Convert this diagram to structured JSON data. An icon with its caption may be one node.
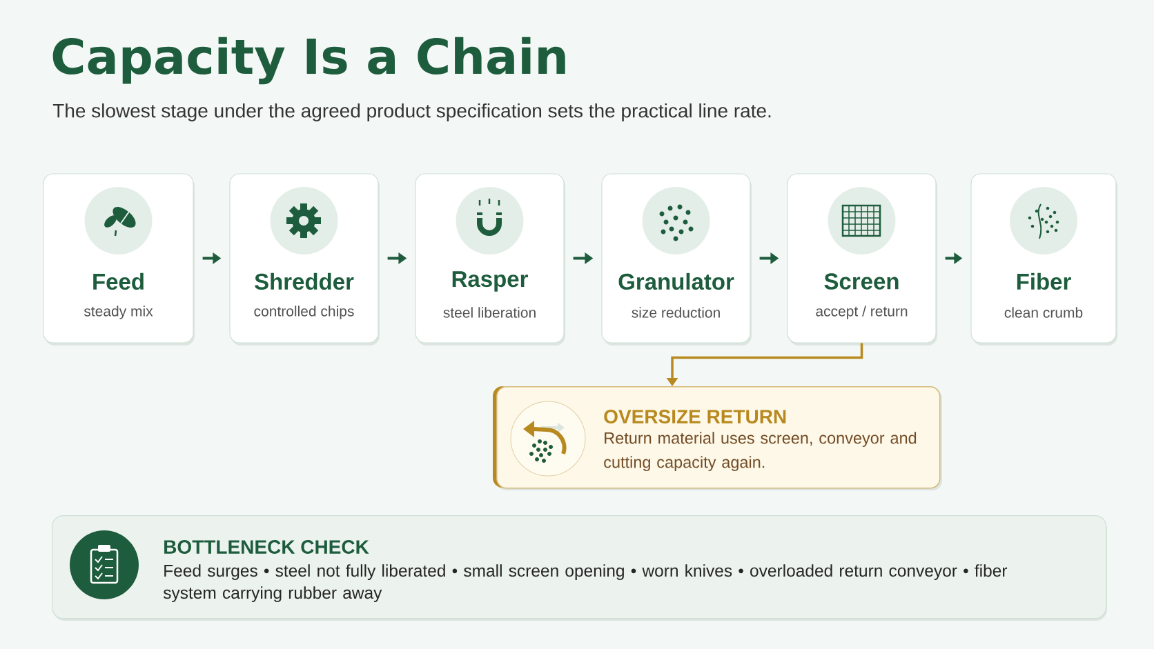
{
  "diagram": {
    "title": "Capacity Is a Chain",
    "caption": "The slowest stage under the agreed product specification sets the practical line rate.",
    "nodes": [
      {
        "text": [
          "Feed",
          "steady mix"
        ]
      },
      {
        "text": [
          "Shredder",
          "controlled chips"
        ]
      },
      {
        "text": [
          "Rasper",
          "steel liberation"
        ]
      },
      {
        "text": [
          "Granulator",
          "size reduction"
        ]
      },
      {
        "text": [
          "Screen",
          "accept / return"
        ]
      },
      {
        "text": [
          "Fiber",
          "clean crumb"
        ]
      },
      {
        "text": [
          "OVERSIZE RETURN",
          "Return material uses screen, conveyor and cutting capacity again."
        ]
      },
      {
        "text": [
          "BOTTLENECK CHECK",
          "Feed surges • steel not fully liberated • small screen opening • worn knives • overloaded return conveyor • fiber system carrying rubber away"
        ]
      }
    ],
    "edges": [
      {
        "from": 0,
        "to": 1,
        "arrow": "to"
      },
      {
        "from": 1,
        "to": 2,
        "arrow": "to"
      },
      {
        "from": 2,
        "to": 3,
        "arrow": "to"
      },
      {
        "from": 3,
        "to": 4,
        "arrow": "to"
      },
      {
        "from": 4,
        "to": 5,
        "arrow": "to"
      },
      {
        "from": 4,
        "to": 6,
        "arrow": "to",
        "color": "#b8891f"
      }
    ]
  }
}
